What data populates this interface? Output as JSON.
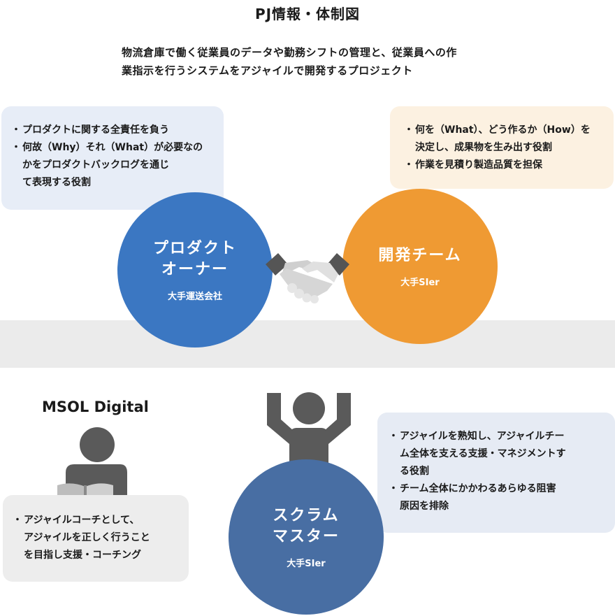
{
  "title": "PJ情報・体制図",
  "description": [
    "物流倉庫で働く従業員のデータや勤務シフトの管理と、従業員への作",
    "業指示を行うシステムをアジャイルで開発するプロジェクト"
  ],
  "product_owner": {
    "name_lines": [
      "プロダクト",
      "オーナー"
    ],
    "org": "大手運送会社",
    "role_items": [
      "プロダクトに関する全責任を負う",
      "何故（Why）それ（What）が必要なの",
      "かをプロダクトバックログを通じ",
      "て表現する役割"
    ]
  },
  "dev_team": {
    "name": "開発チーム",
    "org": "大手SIer",
    "role_items": [
      "何を（What）、どう作るか（How）を",
      "決定し、成果物を生み出す役割",
      "作業を見積り製造品質を担保"
    ]
  },
  "scrum_master": {
    "name_lines": [
      "スクラム",
      "マスター"
    ],
    "org": "大手SIer",
    "role_items": [
      "アジャイルを熟知し、アジャイルチー",
      "ム全体を支える支援・マネジメントす",
      "る役割",
      "チーム全体にかかわるあらゆる阻害",
      "原因を排除"
    ]
  },
  "msol": {
    "label": "MSOL Digital",
    "role_items": [
      "アジャイルコーチとして、",
      "アジャイルを正しく行うこと",
      "を目指し支援・コーチング"
    ]
  },
  "colors": {
    "product_owner": "#3b77c2",
    "dev_team": "#ef9a33",
    "scrum_master": "#486ea3",
    "person_icon": "#5a5a5a",
    "band": "#ebebeb"
  },
  "icons": [
    "handshake-icon",
    "person-cheering-icon",
    "person-reading-icon"
  ]
}
